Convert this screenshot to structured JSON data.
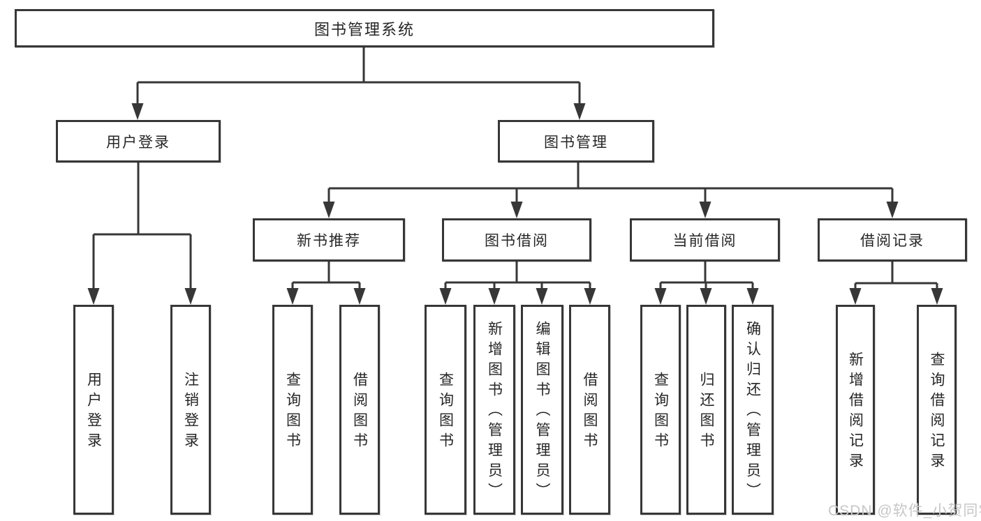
{
  "diagram": {
    "type": "hierarchy-tree",
    "tree": {
      "label": "图书管理系统",
      "children": [
        {
          "label": "用户登录",
          "children": [
            {
              "label": "用户登录"
            },
            {
              "label": "注销登录"
            }
          ]
        },
        {
          "label": "图书管理",
          "children": [
            {
              "label": "新书推荐",
              "children": [
                {
                  "label": "查询图书"
                },
                {
                  "label": "借阅图书"
                }
              ]
            },
            {
              "label": "图书借阅",
              "children": [
                {
                  "label": "查询图书"
                },
                {
                  "label": "新增图书（管理员）"
                },
                {
                  "label": "编辑图书（管理员）"
                },
                {
                  "label": "借阅图书"
                }
              ]
            },
            {
              "label": "当前借阅",
              "children": [
                {
                  "label": "查询图书"
                },
                {
                  "label": "归还图书"
                },
                {
                  "label": "确认归还（管理员）"
                }
              ]
            },
            {
              "label": "借阅记录",
              "children": [
                {
                  "label": "新增借阅记录"
                },
                {
                  "label": "查询借阅记录"
                }
              ]
            }
          ]
        }
      ]
    },
    "colors": {
      "line": "#373737",
      "box_border": "#373737",
      "text": "#262626",
      "background": "#ffffff",
      "watermark": "#c7c7c7"
    }
  },
  "watermark": {
    "text": "CSDN @软件_小贺同学"
  }
}
